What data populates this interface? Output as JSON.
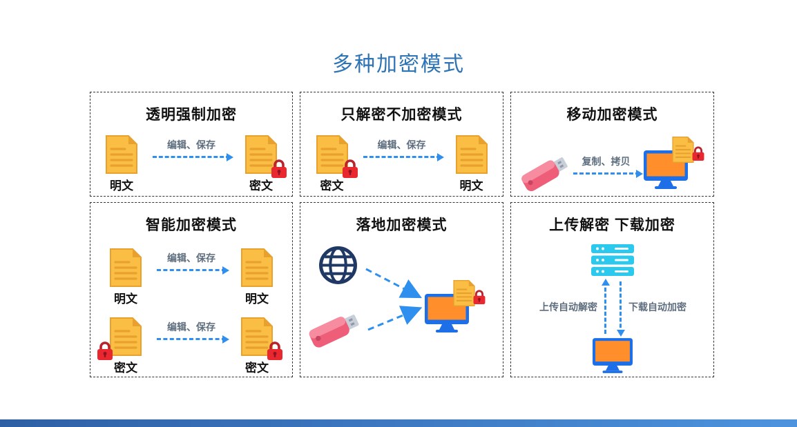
{
  "page": {
    "title": "多种加密模式"
  },
  "panels": {
    "p1": {
      "title": "透明强制加密",
      "left_doc_label": "明文",
      "arrow_label": "编辑、保存",
      "right_doc_label": "密文"
    },
    "p2": {
      "title": "只解密不加密模式",
      "left_doc_label": "密文",
      "arrow_label": "编辑、保存",
      "right_doc_label": "明文"
    },
    "p3": {
      "title": "移动加密模式",
      "arrow_label": "复制、拷贝"
    },
    "p4": {
      "title": "智能加密模式",
      "row1": {
        "left_doc_label": "明文",
        "arrow_label": "编辑、保存",
        "right_doc_label": "明文"
      },
      "row2": {
        "left_doc_label": "密文",
        "arrow_label": "编辑、保存",
        "right_doc_label": "密文"
      }
    },
    "p5": {
      "title": "落地加密模式"
    },
    "p6": {
      "title": "上传解密 下载加密",
      "upload_label": "上传自动解密",
      "download_label": "下载自动加密"
    }
  },
  "colors": {
    "title_blue": "#2E74B5",
    "arrow_blue": "#2F8FEF",
    "doc_yellow": "#FBBE45",
    "doc_line_orange": "#E8A02E",
    "lock_red": "#E8272F",
    "usb_pink": "#EF5E79",
    "usb_connector_gray": "#C9CFD8",
    "server_cyan": "#2BC9EE",
    "monitor_blue": "#1D6FE8",
    "screen_orange": "#FF8E2B",
    "globe_navy": "#1F3864",
    "bottom_bar_left": "#2E5FA5",
    "bottom_bar_right": "#4D93DE",
    "label_gray": "#5E6E7E"
  },
  "icons": [
    "document-icon",
    "lock-icon",
    "usb-drive-icon",
    "monitor-icon",
    "globe-icon",
    "server-icon",
    "arrow-right-icon",
    "arrow-up-icon",
    "arrow-down-icon"
  ]
}
